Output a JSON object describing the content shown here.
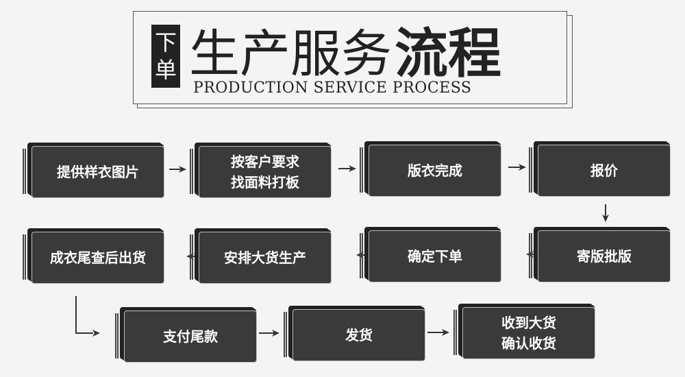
{
  "header": {
    "badge_chars": [
      "下",
      "单"
    ],
    "title_light": "生产服务",
    "title_bold": "流程",
    "subtitle": "PRODUCTION SERVICE PROCESS"
  },
  "steps": [
    {
      "lines": [
        "提供样衣图片"
      ]
    },
    {
      "lines": [
        "按客户要求",
        "找面料打板"
      ]
    },
    {
      "lines": [
        "版衣完成"
      ]
    },
    {
      "lines": [
        "报价"
      ]
    },
    {
      "lines": [
        "寄版批版"
      ]
    },
    {
      "lines": [
        "确定下单"
      ]
    },
    {
      "lines": [
        "安排大货生产"
      ]
    },
    {
      "lines": [
        "成衣尾查后出货"
      ]
    },
    {
      "lines": [
        "支付尾款"
      ]
    },
    {
      "lines": [
        "发货"
      ]
    },
    {
      "lines": [
        "收到大货",
        "确认收货"
      ]
    }
  ],
  "colors": {
    "card": "#3a3a3a",
    "shadow": "#222222",
    "arrow": "#333333",
    "background": "#f4f4f4"
  }
}
